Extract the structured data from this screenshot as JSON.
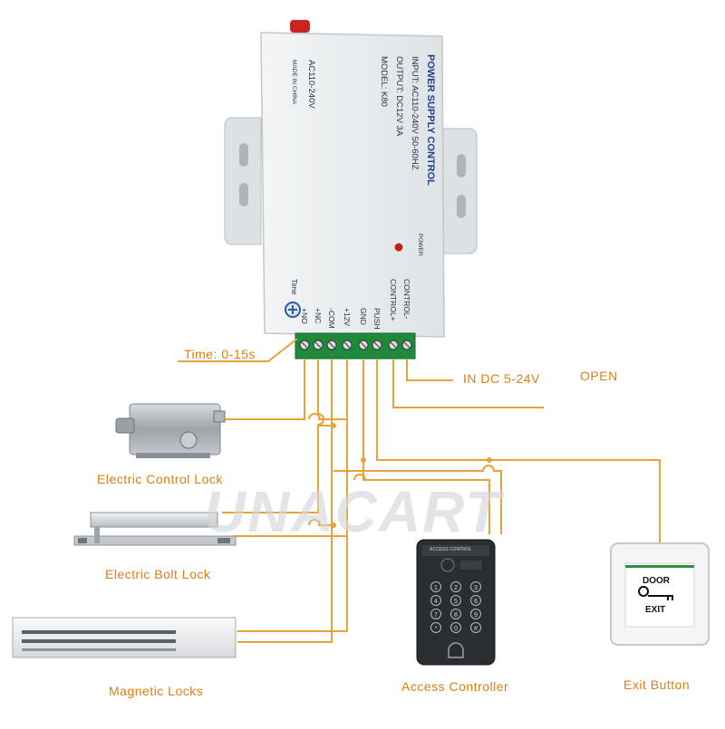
{
  "watermark": "UNACART",
  "power_supply": {
    "title": "POWER SUPPLY CONTROL",
    "input": "INPUT: AC110-240V 50-60HZ",
    "output": "OUTPUT: DC12V 3A",
    "model": "MODEL: K80",
    "ac_label": "AC110-240V",
    "made_in": "MADE IN CHINA",
    "power_led_label": "POWER",
    "time_label": "Time",
    "terminals": [
      "+NO",
      "+NC",
      "-COM",
      "+12V",
      "GND",
      "PUSH",
      "CONTROL+",
      "CONTROL-"
    ]
  },
  "labels": {
    "time": "Time: 0-15s",
    "in_dc": "IN DC 5-24V",
    "open": "OPEN",
    "electric_control_lock": "Electric Control Lock",
    "electric_bolt_lock": "Electric Bolt Lock",
    "magnetic_locks": "Magnetic Locks",
    "access_controller": "Access Controller",
    "exit_button": "Exit Button"
  },
  "access_controller": {
    "header": "ACCESS CONTROL",
    "keys": [
      "1",
      "2",
      "3",
      "4",
      "5",
      "6",
      "7",
      "8",
      "9",
      "*",
      "0",
      "#"
    ]
  },
  "exit_button": {
    "line1": "DOOR",
    "line2": "EXIT"
  },
  "colors": {
    "wire": "#e8a23a",
    "junction": "#e8a23a",
    "label": "#e07d10",
    "terminal_green": "#1f8a3a",
    "device_body": "#e6eaec"
  }
}
